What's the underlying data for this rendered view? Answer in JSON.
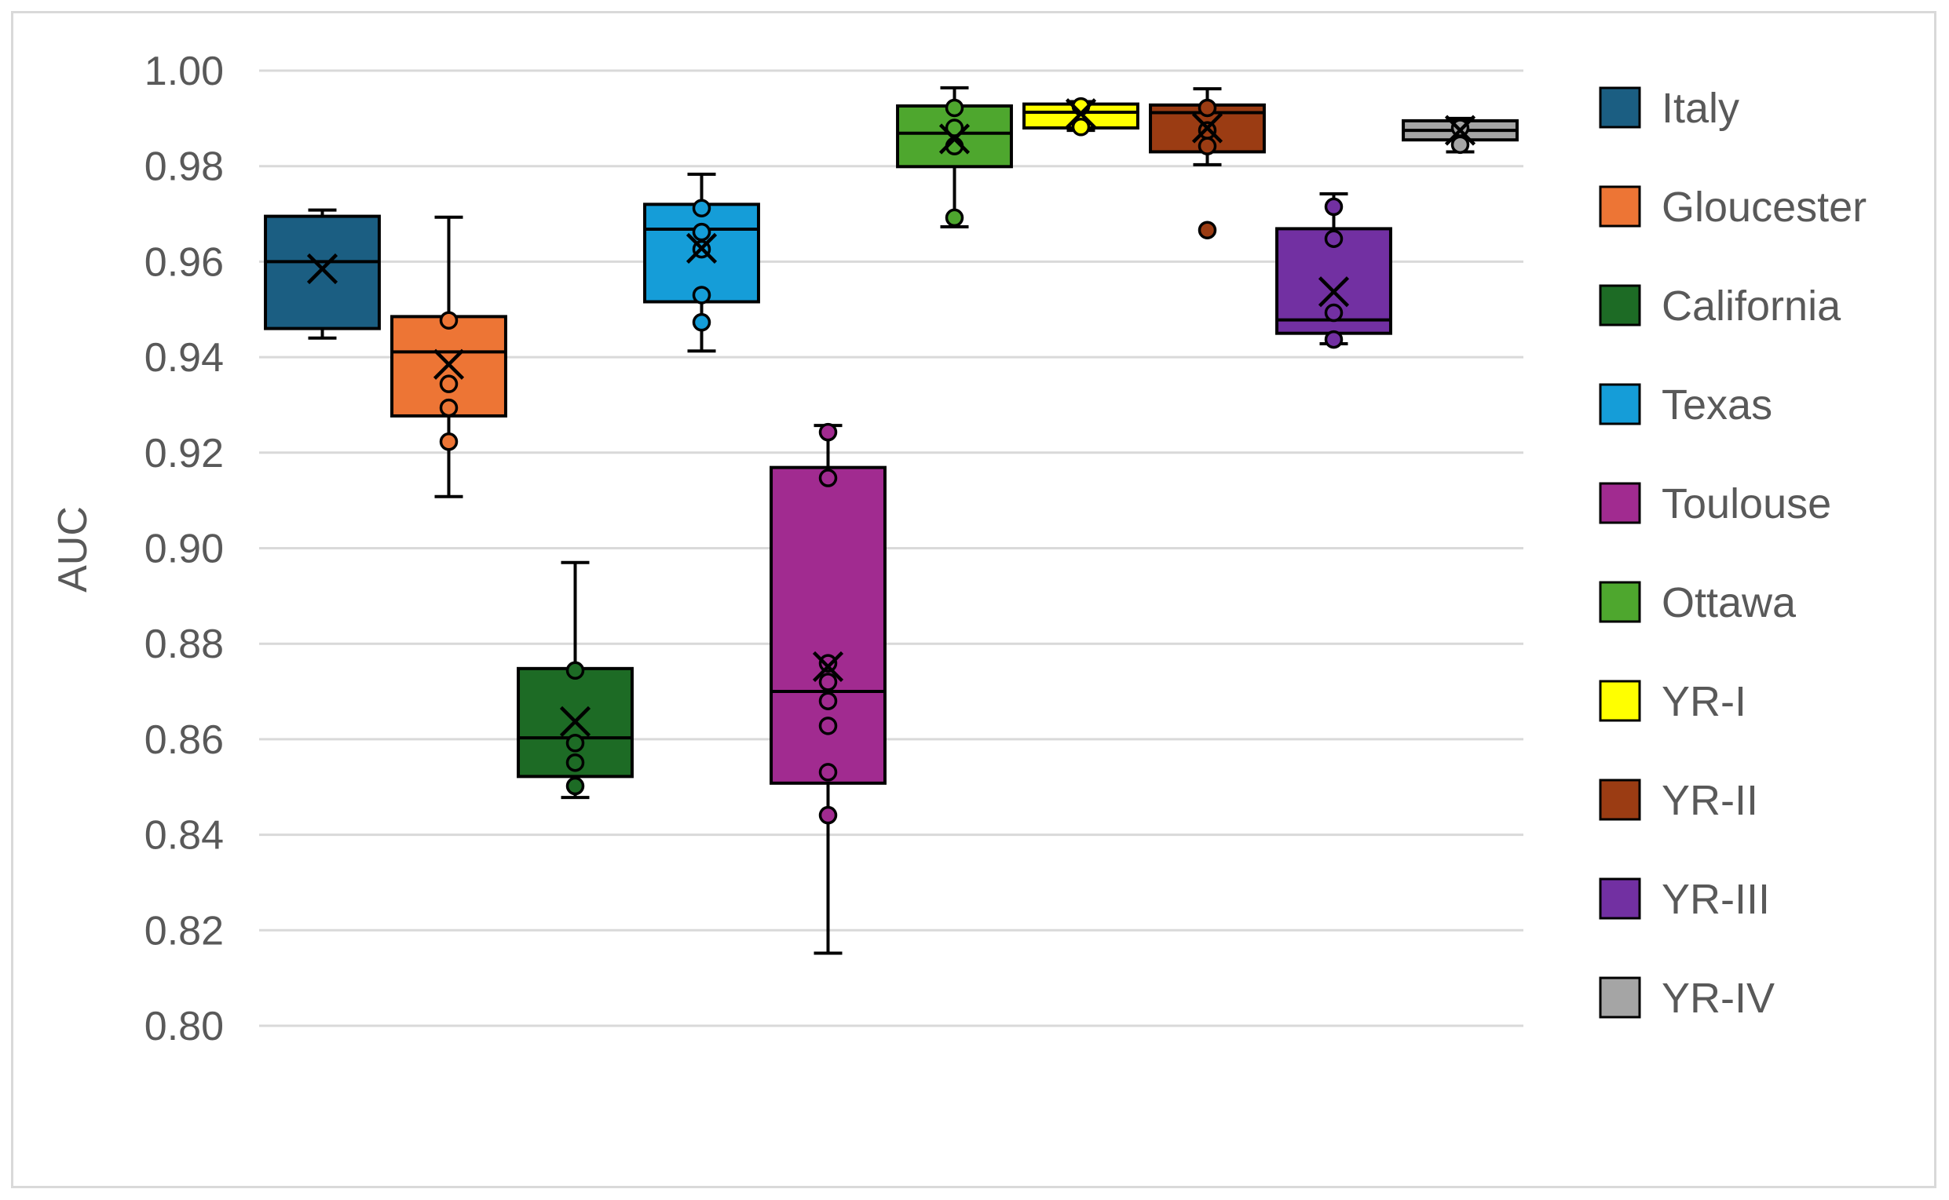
{
  "chart_data": {
    "type": "box",
    "ylabel": "AUC",
    "ylim": [
      0.8,
      1.0
    ],
    "yticks": [
      "0.80",
      "0.82",
      "0.84",
      "0.86",
      "0.88",
      "0.90",
      "0.92",
      "0.94",
      "0.96",
      "0.98",
      "1.00"
    ],
    "grid": true,
    "legend_position": "right",
    "series": [
      {
        "name": "Italy",
        "color": "#1b5e82",
        "min": 0.944,
        "q1": 0.946,
        "median": 0.96,
        "q3": 0.9695,
        "max": 0.9708,
        "mean": 0.9585,
        "points": []
      },
      {
        "name": "Gloucester",
        "color": "#ed7535",
        "min": 0.9108,
        "q1": 0.9277,
        "median": 0.9411,
        "q3": 0.9485,
        "max": 0.9693,
        "mean": 0.9385,
        "points": [
          0.9477,
          0.9344,
          0.9294,
          0.9223
        ]
      },
      {
        "name": "California",
        "color": "#1d6b25",
        "min": 0.8478,
        "q1": 0.8522,
        "median": 0.8603,
        "q3": 0.8748,
        "max": 0.897,
        "mean": 0.8637,
        "points": [
          0.8744,
          0.8592,
          0.8551,
          0.8502
        ]
      },
      {
        "name": "Texas",
        "color": "#159dd8",
        "min": 0.9413,
        "q1": 0.9516,
        "median": 0.9668,
        "q3": 0.972,
        "max": 0.9783,
        "mean": 0.9628,
        "points": [
          0.9712,
          0.9662,
          0.9626,
          0.953,
          0.9473
        ]
      },
      {
        "name": "Toulouse",
        "color": "#a12b90",
        "min": 0.8152,
        "q1": 0.8508,
        "median": 0.87,
        "q3": 0.9169,
        "max": 0.9257,
        "mean": 0.8752,
        "points": [
          0.9243,
          0.9147,
          0.8759,
          0.872,
          0.868,
          0.8628,
          0.8531,
          0.8441
        ]
      },
      {
        "name": "Ottawa",
        "color": "#4ea72e",
        "min": 0.9673,
        "q1": 0.9799,
        "median": 0.9869,
        "q3": 0.9926,
        "max": 0.9964,
        "mean": 0.9857,
        "points": [
          0.9922,
          0.988,
          0.9842,
          0.9692
        ]
      },
      {
        "name": "YR-I",
        "color": "#ffff00",
        "min": 0.9875,
        "q1": 0.988,
        "median": 0.9913,
        "q3": 0.993,
        "max": 0.9935,
        "mean": 0.991,
        "points": [
          0.9925,
          0.9882
        ]
      },
      {
        "name": "YR-II",
        "color": "#9b3c13",
        "min": 0.9803,
        "q1": 0.983,
        "median": 0.9912,
        "q3": 0.9928,
        "max": 0.9962,
        "mean": 0.988,
        "points": [
          0.9922,
          0.9875,
          0.9842
        ],
        "outliers": [
          0.9666
        ]
      },
      {
        "name": "YR-III",
        "color": "#7230a2",
        "min": 0.9428,
        "q1": 0.945,
        "median": 0.9478,
        "q3": 0.9669,
        "max": 0.9742,
        "mean": 0.9537,
        "points": [
          0.9715,
          0.9648,
          0.9493,
          0.9437
        ]
      },
      {
        "name": "YR-IV",
        "color": "#a5a5a5",
        "min": 0.983,
        "q1": 0.9855,
        "median": 0.9875,
        "q3": 0.9895,
        "max": 0.99,
        "mean": 0.9875,
        "points": [
          0.988,
          0.9845
        ]
      }
    ]
  }
}
